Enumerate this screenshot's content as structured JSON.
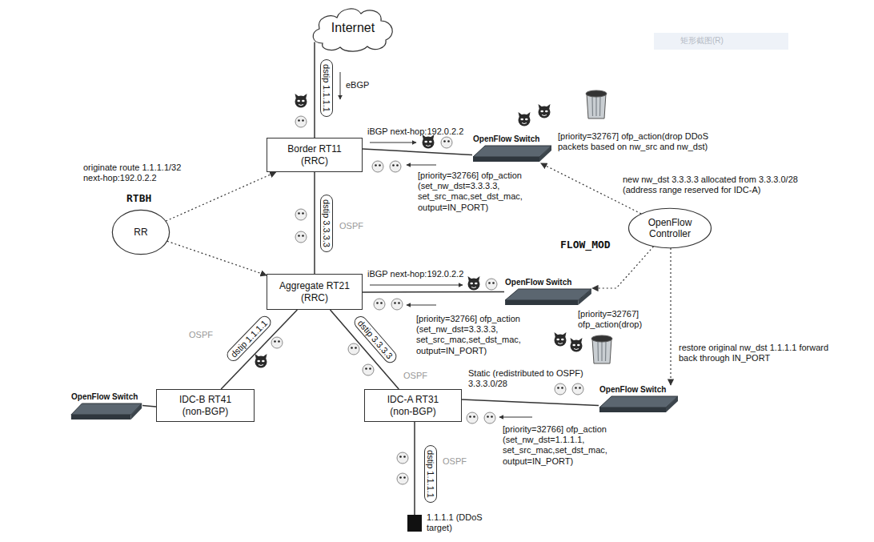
{
  "diagram": {
    "nodes": [
      {
        "text": [
          "Internet"
        ]
      },
      {
        "text": [
          "Border RT11 (RRC)"
        ]
      },
      {
        "text": [
          "OpenFlow Switch"
        ]
      },
      {
        "text": [
          "RR"
        ]
      },
      {
        "text": [
          "OpenFlow Controller"
        ]
      },
      {
        "text": [
          "Aggregate RT21 (RRC)"
        ]
      },
      {
        "text": [
          "OpenFlow Switch"
        ]
      },
      {
        "text": [
          "OpenFlow Switch"
        ]
      },
      {
        "text": [
          "IDC-B RT41 (non-BGP)"
        ]
      },
      {
        "text": [
          "IDC-A RT31 (non-BGP)"
        ]
      },
      {
        "text": [
          "OpenFlow Switch"
        ]
      },
      {
        "text": [
          "1.1.1.1 (DDoS target)"
        ]
      }
    ],
    "edges": [
      {
        "from": 0,
        "to": 1,
        "arrow": "none"
      },
      {
        "from": 1,
        "to": 2,
        "arrow": "none"
      },
      {
        "from": 3,
        "to": 1,
        "arrow": "to"
      },
      {
        "from": 3,
        "to": 5,
        "arrow": "to"
      },
      {
        "from": 1,
        "to": 5,
        "arrow": "none"
      },
      {
        "from": 4,
        "to": 2,
        "arrow": "to"
      },
      {
        "from": 5,
        "to": 6,
        "arrow": "none"
      },
      {
        "from": 4,
        "to": 6,
        "arrow": "to"
      },
      {
        "from": 5,
        "to": 8,
        "arrow": "none"
      },
      {
        "from": 5,
        "to": 9,
        "arrow": "none"
      },
      {
        "from": 8,
        "to": 7,
        "arrow": "none"
      },
      {
        "from": 9,
        "to": 10,
        "arrow": "none"
      },
      {
        "from": 4,
        "to": 10,
        "arrow": "to"
      },
      {
        "from": 9,
        "to": 11,
        "arrow": "none"
      }
    ],
    "labels": [
      "dstip 1.1.1.1",
      "eBGP",
      "iBGP next-hop:192.0.2.2",
      "[priority=32767] ofp_action(drop DDoS packets based on nw_src and nw_dst)",
      "[priority=32766] ofp_action (set_nw_dst=3.3.3.3, set_src_mac,set_dst_mac, output=IN_PORT)",
      "new nw_dst 3.3.3.3 allocated from 3.3.3.0/28 (address range reserved for IDC-A)",
      "originate route 1.1.1.1/32 next-hop:192.0.2.2",
      "RTBH",
      "dstip 3.3.3.3",
      "OSPF",
      "iBGP next-hop:192.0.2.2",
      "FLOW_MOD",
      "[priority=32767] ofp_action(drop)",
      "[priority=32766] ofp_action (set_nw_dst=3.3.3.3, set_src_mac,set_dst_mac, output=IN_PORT)",
      "OSPF",
      "dstip 1.1.1.1",
      "dstip 3.3.3.3",
      "OSPF",
      "restore original nw_dst 1.1.1.1 forward back through IN_PORT",
      "Static (redistributed to OSPF) 3.3.3.0/28",
      "[priority=32766] ofp_action (set_nw_dst=1.1.1.1, set_src_mac,set_dst_mac, output=IN_PORT)",
      "dstip 1.1.1.1",
      "OSPF",
      "矩形截图(R)"
    ]
  }
}
